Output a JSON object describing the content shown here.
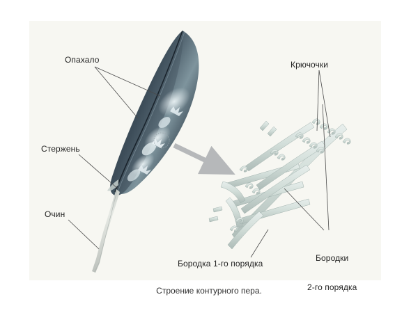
{
  "figure": {
    "caption": "Строение контурного пера.",
    "background_color": "#ffffff",
    "panel_color": "#f7f7f2",
    "text_color": "#232323",
    "leader_line_color": "#4a4a4a",
    "arrow_color": "#b6b8ba",
    "feather_vane_color": "#2f3c47",
    "feather_shaft_color": "#d9dcd8",
    "barbule_color": "#cfdbd8",
    "labels": {
      "vane": "Опахало",
      "rachis": "Стержень",
      "calamus": "Очин",
      "hooklets": "Крючочки",
      "barbules_line1": "Бородки",
      "barbules_line2": "2-го порядка",
      "barb": "Бородка 1-го порядка"
    }
  }
}
